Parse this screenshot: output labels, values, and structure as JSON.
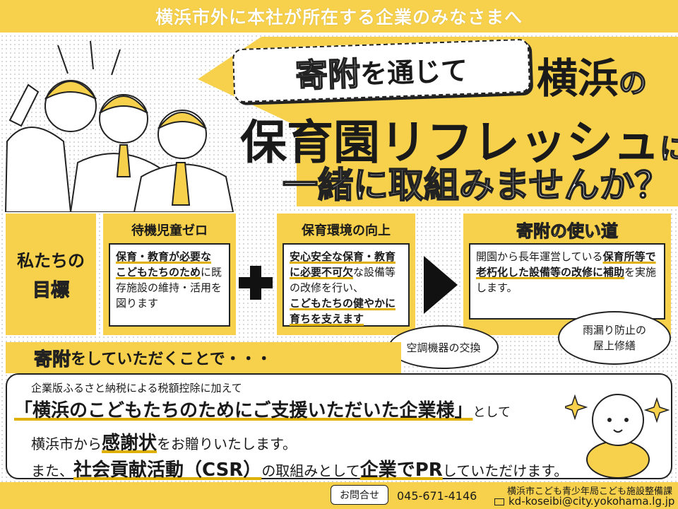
{
  "banner": {
    "text": "横浜市外に本社が所在する企業のみなさまへ"
  },
  "headline": {
    "box_strong": "寄附",
    "box_normal": "を通じて",
    "city": "横浜",
    "city_suffix": "の",
    "main": "保育園リフレッシュ",
    "main_suffix": "に",
    "sub": "一緒に取組みませんか？"
  },
  "goals": {
    "label_line1": "私たちの",
    "label_line2": "目標",
    "card1": {
      "title": "待機児童ゼロ",
      "b1": "保育・教育が必要な",
      "b2": "こどもたちのため",
      "b3": "に既存施設の維持・活用を図ります"
    },
    "card2": {
      "title": "保育環境の向上",
      "b1": "安心安全な保育・教育に必要不可欠",
      "b2": "な設備等の改修を行い、",
      "b3": "こどもたちの健やかに育ちを支えます"
    }
  },
  "usage": {
    "title": "寄附の使い道",
    "b1": "開園から長年運営している",
    "b2": "保育所等で老朽化した設備等の改修に補助",
    "b3": "を実施します。",
    "cloud_aircon": "空調機器の交換",
    "cloud_roof_1": "雨漏り防止の",
    "cloud_roof_2": "屋上修繕"
  },
  "donation_strip": {
    "a": "寄附",
    "b": "をしていただくことで・・・"
  },
  "info": {
    "lead": "企業版ふるさと納税による税額控除に加えて",
    "main": "「横浜のこどもたちのためにご支援いただいた企業様」",
    "main_tail": "として",
    "l3_a": "横浜市から",
    "l3_b": "感謝状",
    "l3_c": "をお贈りいたします。",
    "l4_a": "また、",
    "l4_b": "社会貢献活動（CSR）",
    "l4_c": "の取組みとして",
    "l4_d": "企業でPR",
    "l4_e": "していただけます。"
  },
  "footer": {
    "contact": "お問合せ",
    "phone": "045-671-4146",
    "dept": "横浜市こども青少年局こども施設整備課",
    "email": "kd-koseibi@city.yokohama.lg.jp"
  },
  "colors": {
    "accent": "#f7d14c"
  }
}
